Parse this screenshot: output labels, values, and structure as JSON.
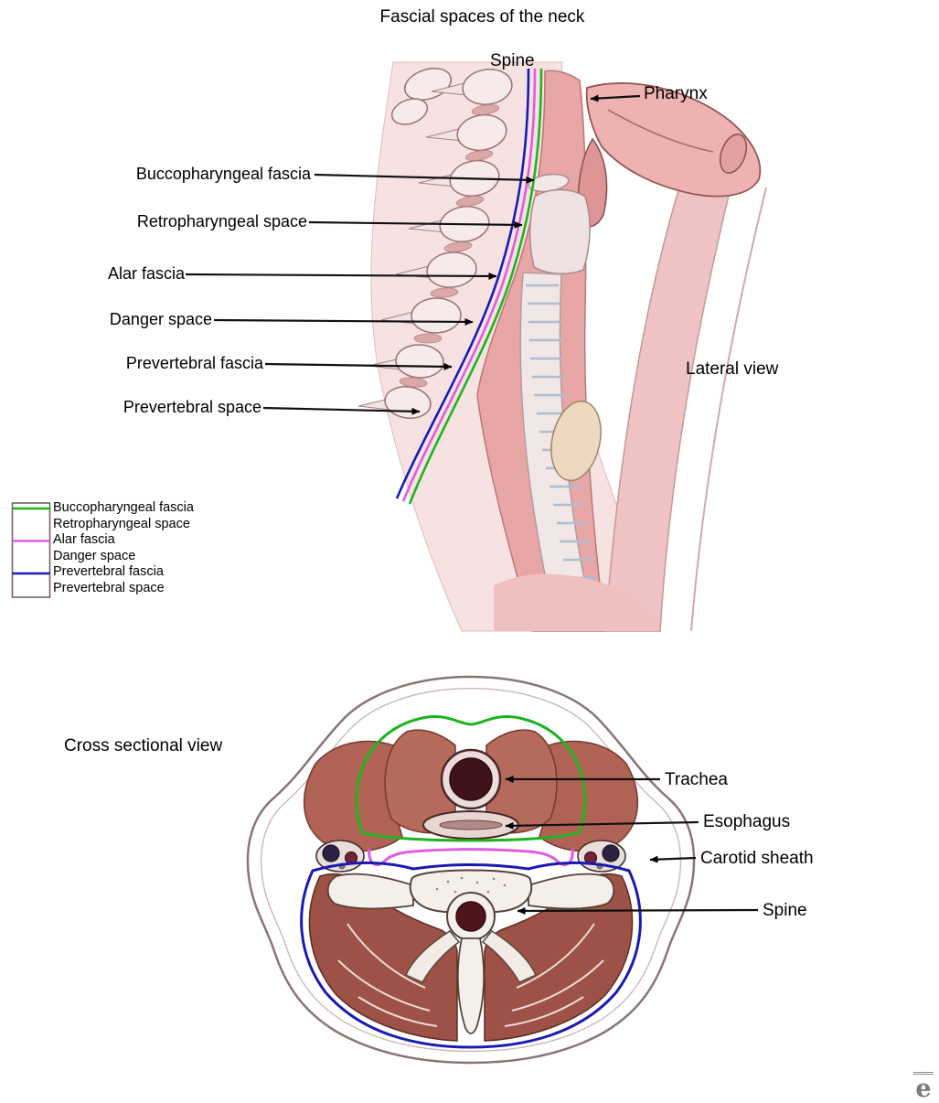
{
  "figure": {
    "title": "Fascial spaces of the neck",
    "views": {
      "lateral": {
        "caption": "Lateral view",
        "top_label": "Spine"
      },
      "cross": {
        "caption": "Cross sectional view"
      }
    },
    "lateral_annotations": {
      "pharynx": "Pharynx",
      "buccopharyngeal_fascia": "Buccopharyngeal fascia",
      "retropharyngeal_space": "Retropharyngeal space",
      "alar_fascia": "Alar fascia",
      "danger_space": "Danger space",
      "prevertebral_fascia": "Prevertebral fascia",
      "prevertebral_space": "Prevertebral space"
    },
    "cross_annotations": {
      "trachea": "Trachea",
      "esophagus": "Esophagus",
      "carotid_sheath": "Carotid sheath",
      "spine": "Spine"
    },
    "legend": {
      "items": [
        {
          "label": "Buccopharyngeal fascia",
          "type": "fascia-line"
        },
        {
          "label": "Retropharyngeal space",
          "type": "space"
        },
        {
          "label": "Alar fascia",
          "type": "fascia-line"
        },
        {
          "label": "Danger space",
          "type": "space"
        },
        {
          "label": "Prevertebral fascia",
          "type": "fascia-line"
        },
        {
          "label": "Prevertebral space",
          "type": "space"
        }
      ],
      "line_colors": {
        "buccopharyngeal_fascia": "#1db41d",
        "alar_fascia": "#df5cdf",
        "prevertebral_fascia": "#1a1ab2"
      }
    },
    "watermark": "e"
  }
}
